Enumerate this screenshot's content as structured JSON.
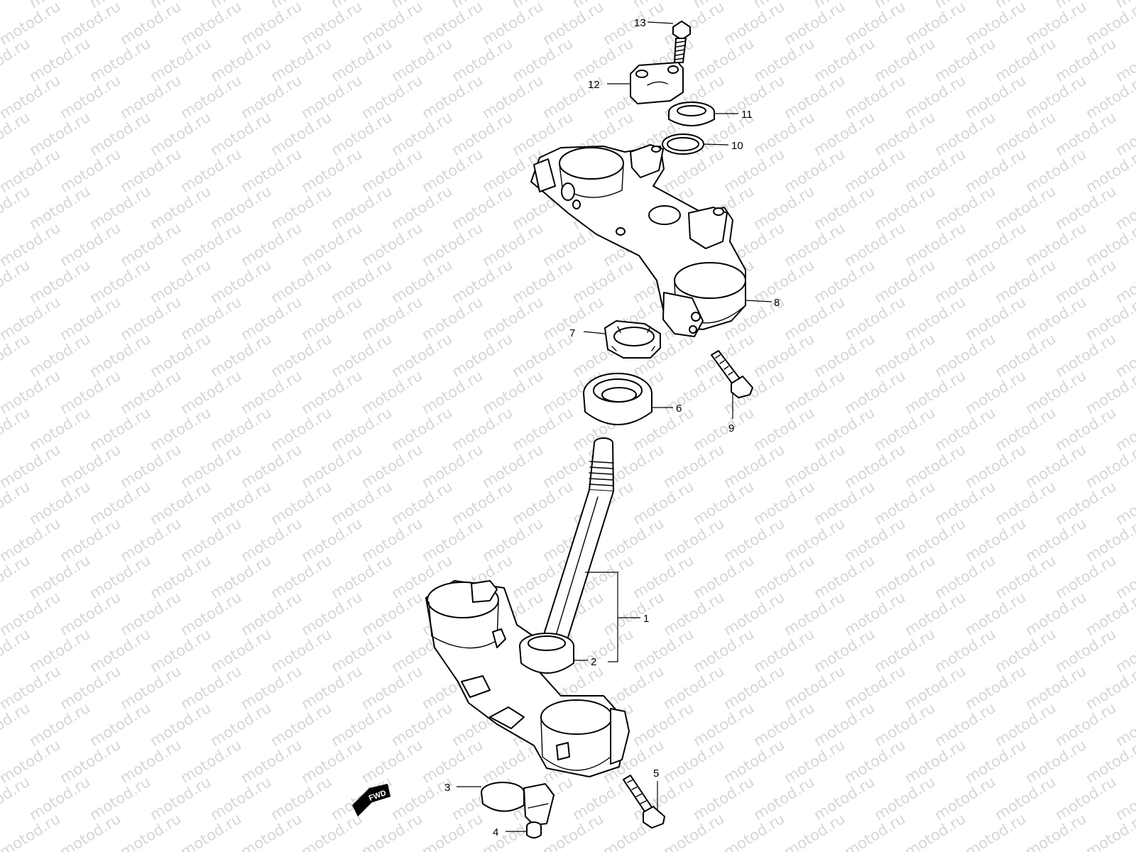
{
  "watermark_text": "motod.ru",
  "direction_label": "FWD",
  "callouts": [
    "1",
    "2",
    "3",
    "4",
    "5",
    "6",
    "7",
    "8",
    "9",
    "10",
    "11",
    "12",
    "13"
  ],
  "colors": {
    "ink": "#000000",
    "paper": "#ffffff",
    "watermark": "#d6d6d6"
  }
}
